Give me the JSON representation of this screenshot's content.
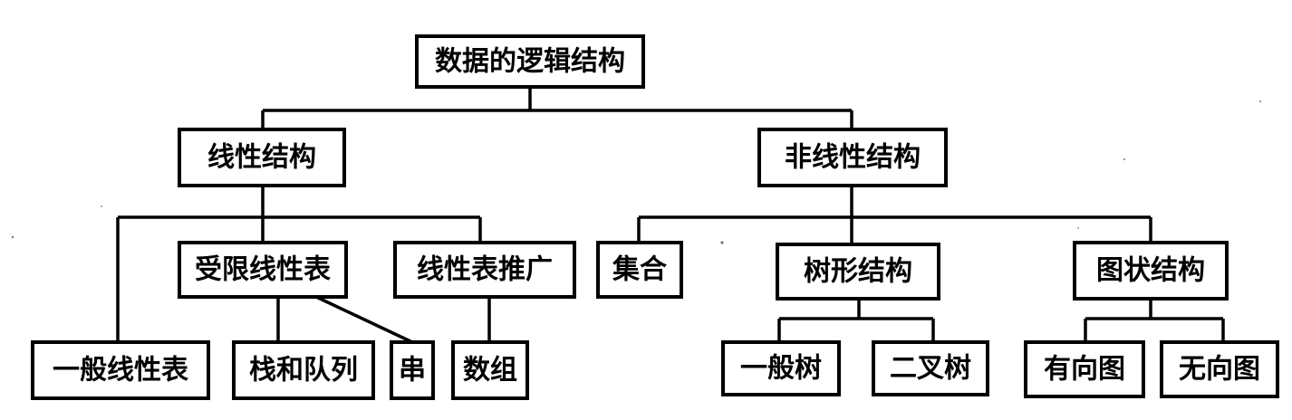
{
  "nodes": {
    "root": "数据的逻辑结构",
    "linear": "线性结构",
    "nonlinear": "非线性结构",
    "restricted": "受限线性表",
    "generalized": "线性表推广",
    "set": "集合",
    "tree": "树形结构",
    "graph": "图状结构",
    "general_list": "一般线性表",
    "stack_queue": "栈和队列",
    "string": "串",
    "array": "数组",
    "general_tree": "一般树",
    "binary_tree": "二叉树",
    "directed_graph": "有向图",
    "undirected_graph": "无向图"
  },
  "colors": {
    "line": "#000000",
    "box_fill": "#ffffff",
    "text": "#000000"
  }
}
